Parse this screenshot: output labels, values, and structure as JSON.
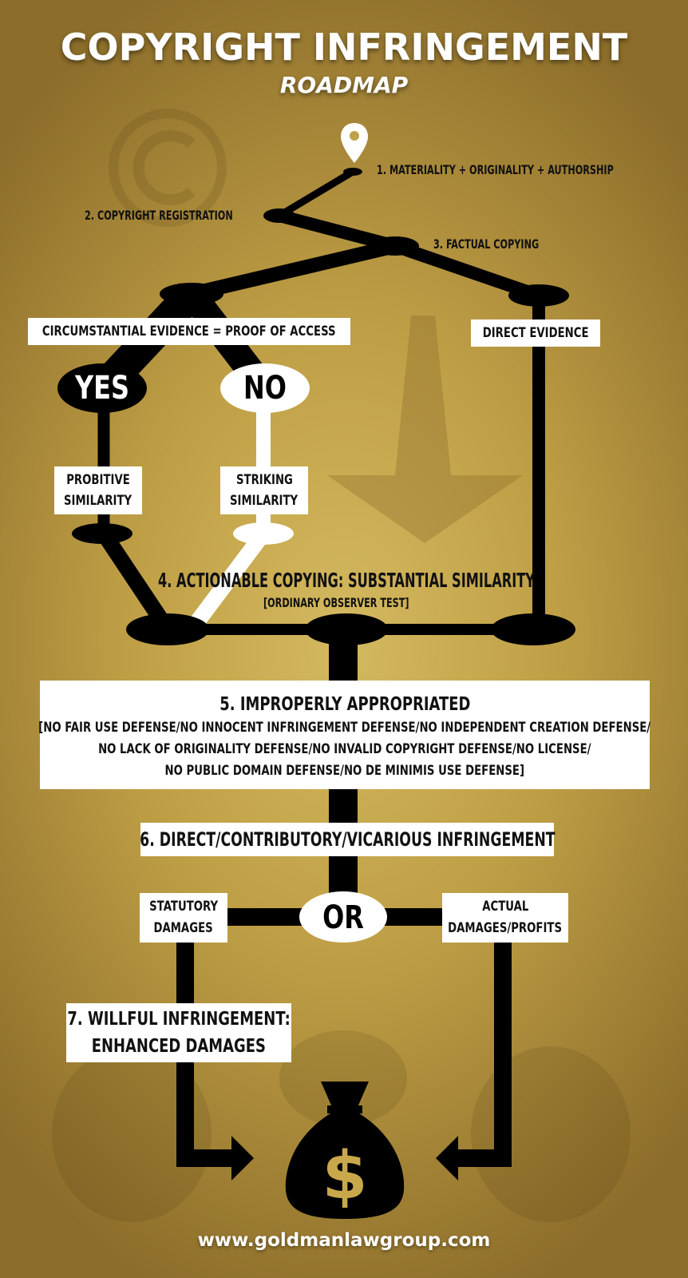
{
  "header": {
    "title": "COPYRIGHT INFRINGEMENT",
    "subtitle": "ROADMAP"
  },
  "steps": {
    "step1": "1. MATERIALITY + ORIGINALITY + AUTHORSHIP",
    "step2": "2. COPYRIGHT REGISTRATION",
    "step3": "3. FACTUAL COPYING",
    "circumstantial": "CIRCUMSTANTIAL EVIDENCE = PROOF OF ACCESS",
    "direct": "DIRECT EVIDENCE",
    "yes": "YES",
    "no": "NO",
    "probitive_line1": "PROBITIVE",
    "probitive_line2": "SIMILARITY",
    "striking_line1": "STRIKING",
    "striking_line2": "SIMILARITY",
    "step4": "4. ACTIONABLE COPYING: SUBSTANTIAL SIMILARITY",
    "step4_sub": "[ORDINARY OBSERVER TEST]",
    "step5_title": "5. IMPROPERLY APPROPRIATED",
    "step5_line1": "[NO FAIR USE DEFENSE/NO INNOCENT INFRINGEMENT DEFENSE/NO INDEPENDENT CREATION DEFENSE/",
    "step5_line2": "NO LACK OF ORIGINALITY DEFENSE/NO INVALID COPYRIGHT DEFENSE/NO LICENSE/",
    "step5_line3": "NO PUBLIC DOMAIN DEFENSE/NO DE MINIMIS USE DEFENSE]",
    "step6": "6. DIRECT/CONTRIBUTORY/VICARIOUS INFRINGEMENT",
    "or": "OR",
    "statutory_line1": "STATUTORY",
    "statutory_line2": "DAMAGES",
    "actual_line1": "ACTUAL",
    "actual_line2": "DAMAGES/PROFITS",
    "step7_line1": "7. WILLFUL INFRINGEMENT:",
    "step7_line2": "ENHANCED DAMAGES"
  },
  "footer": {
    "url": "www.goldmanlawgroup.com"
  },
  "icons": [
    "location-pin-icon",
    "copyright-watermark-icon",
    "down-arrow-watermark-icon",
    "money-bag-icon"
  ],
  "colors": {
    "background_center": "#d4b960",
    "background_edge": "#8c6d2a",
    "path_black": "#000000",
    "path_white": "#ffffff"
  }
}
